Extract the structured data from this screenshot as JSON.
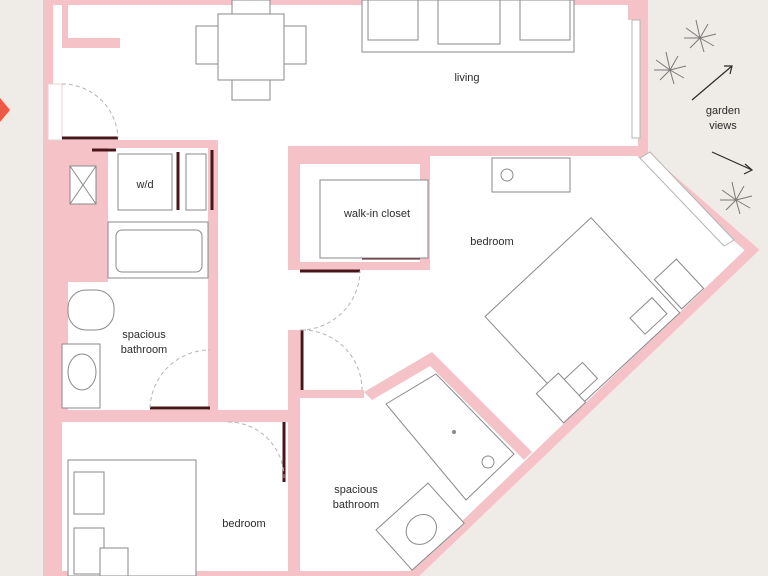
{
  "plan": {
    "rooms": {
      "living": "living",
      "wd": "w/d",
      "walk_in_closet": "walk-in closet",
      "bedroom_main": "bedroom",
      "bathroom_left": "spacious\nbathroom",
      "bathroom_right": "spacious\nbathroom",
      "bedroom_lower": "bedroom"
    },
    "annotation": "garden\nviews",
    "colors": {
      "background": "#efebe6",
      "floor": "#ffffff",
      "wall": "#f4c2c7",
      "door": "#4a1518",
      "line": "#8a8a8a",
      "accent": "#ec5a48"
    }
  }
}
